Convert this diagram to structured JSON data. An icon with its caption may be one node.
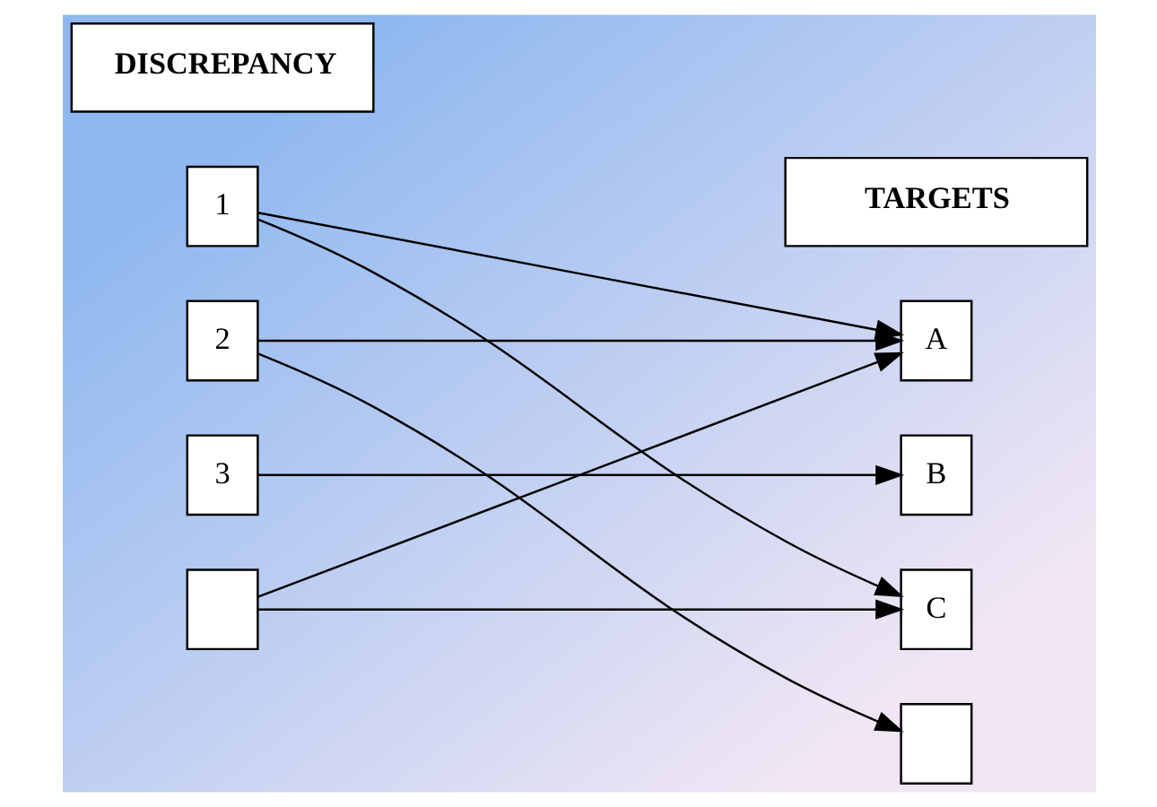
{
  "diagram": {
    "nodes": [
      {
        "text": [
          "DISCREPANCY"
        ]
      },
      {
        "text": [
          "TARGETS"
        ]
      },
      {
        "text": [
          "1"
        ]
      },
      {
        "text": [
          "2"
        ]
      },
      {
        "text": [
          "3"
        ]
      },
      {
        "text": [],
        "shape": "box"
      },
      {
        "text": [
          "A"
        ]
      },
      {
        "text": [
          "B"
        ]
      },
      {
        "text": [
          "C"
        ]
      },
      {
        "text": [],
        "shape": "box"
      }
    ],
    "edges": [
      {
        "from": 2,
        "to": 6,
        "arrow": "to"
      },
      {
        "from": 2,
        "to": 8,
        "arrow": "to"
      },
      {
        "from": 3,
        "to": 6,
        "arrow": "to"
      },
      {
        "from": 3,
        "to": 9,
        "arrow": "to"
      },
      {
        "from": 4,
        "to": 7,
        "arrow": "to"
      },
      {
        "from": 5,
        "to": 6,
        "arrow": "to"
      },
      {
        "from": 5,
        "to": 8,
        "arrow": "to"
      }
    ]
  }
}
